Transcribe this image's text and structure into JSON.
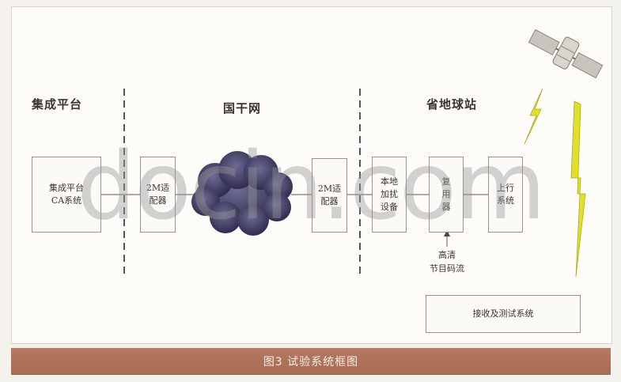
{
  "sections": {
    "left": "集成平台",
    "middle": "国干网",
    "right": "省地球站"
  },
  "boxes": {
    "ca_system": "集成平台\nCA系统",
    "adapter_left": "2M适\n配器",
    "adapter_right": "2M适\n配器",
    "local_insert": "本地\n加扰\n设备",
    "mux": "复\n用\n器",
    "uplink": "上行\n系统",
    "receive_test": "接收及测试系统"
  },
  "hd_stream_label": "高清\n节目码流",
  "caption": "图3 试验系统框图",
  "watermark": "docin.com",
  "icons": [
    "cloud-icon",
    "satellite-icon",
    "lightning-icon"
  ],
  "colors": {
    "caption_bar": "#a86a52",
    "cloud": "#4b4870",
    "lightning": "#e2e62a"
  }
}
